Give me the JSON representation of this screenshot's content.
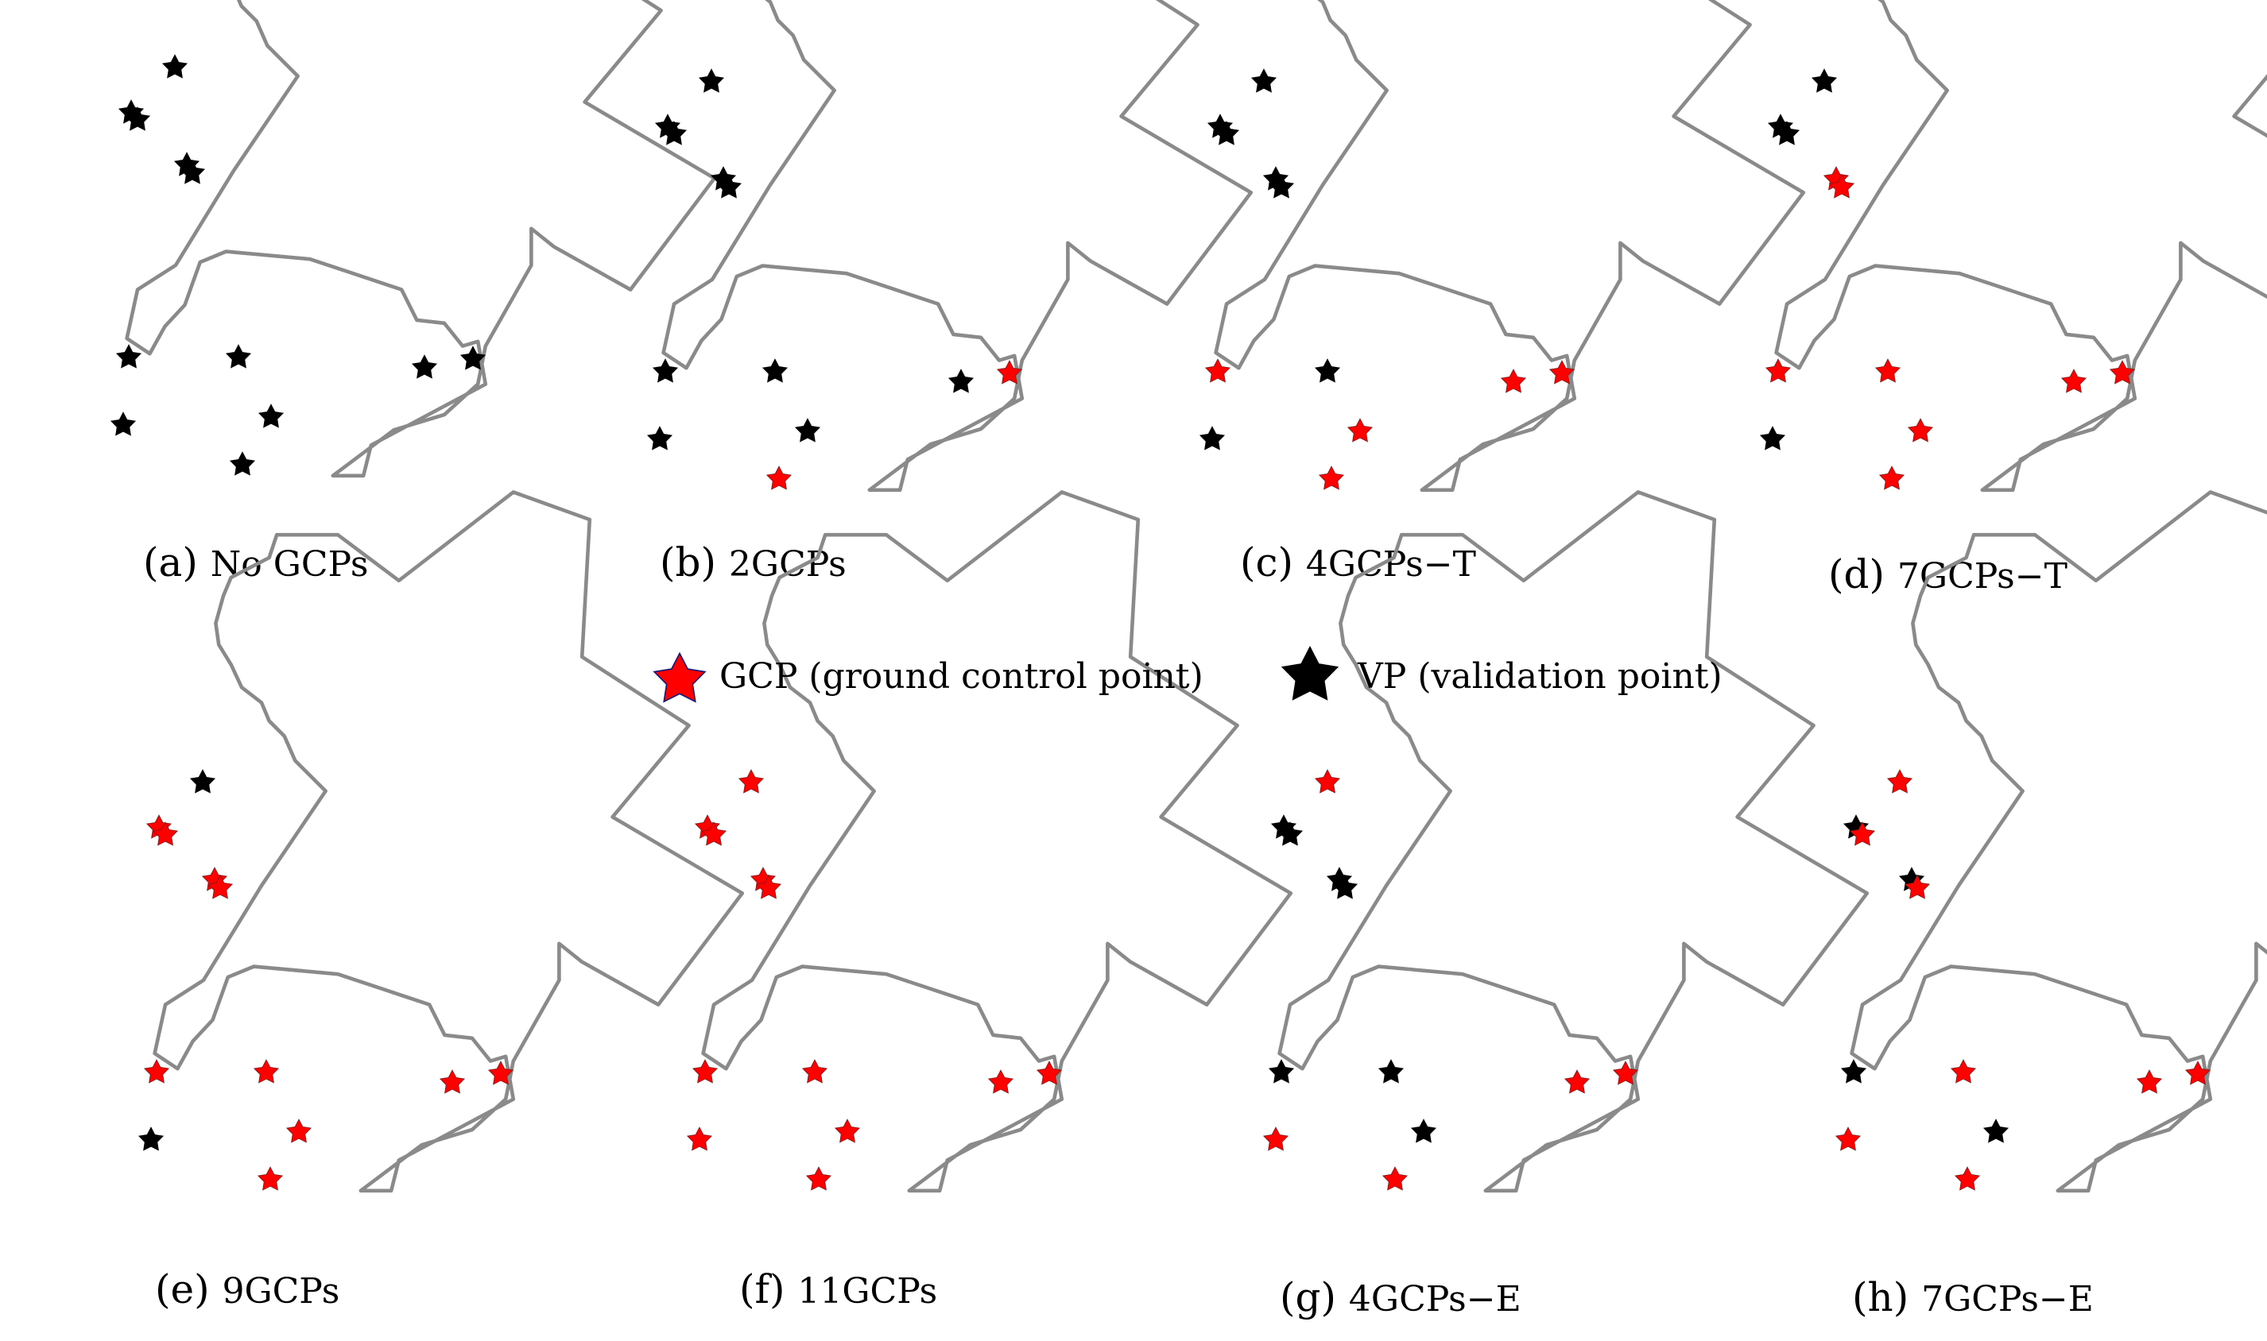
{
  "legend": {
    "gcp_label": "GCP (ground control point)",
    "vp_label": "VP (validation point)"
  },
  "colors": {
    "gcp": "#ff0000",
    "vp": "#000000",
    "outline": "#8a8a8a"
  },
  "marker_icon": "star-icon",
  "panels": [
    {
      "key": "a",
      "letter": "(a)",
      "label": "No GCPs",
      "points": [
        "vp",
        "vp",
        "vp",
        "vp",
        "vp",
        "vp",
        "vp",
        "vp",
        "vp",
        "vp",
        "vp",
        "vp"
      ]
    },
    {
      "key": "b",
      "letter": "(b)",
      "label": "2GCPs",
      "points": [
        "vp",
        "vp",
        "vp",
        "vp",
        "vp",
        "vp",
        "vp",
        "vp",
        "vp",
        "gcp",
        "vp",
        "gcp"
      ]
    },
    {
      "key": "c",
      "letter": "(c)",
      "label": "4GCPs−T",
      "points": [
        "vp",
        "vp",
        "vp",
        "vp",
        "vp",
        "gcp",
        "vp",
        "vp",
        "gcp",
        "gcp",
        "gcp",
        "gcp"
      ]
    },
    {
      "key": "d",
      "letter": "(d)",
      "label": "7GCPs−T",
      "points": [
        "vp",
        "vp",
        "vp",
        "gcp",
        "gcp",
        "gcp",
        "gcp",
        "vp",
        "gcp",
        "gcp",
        "gcp",
        "gcp"
      ]
    },
    {
      "key": "e",
      "letter": "(e)",
      "label": "9GCPs",
      "points": [
        "vp",
        "gcp",
        "gcp",
        "gcp",
        "gcp",
        "gcp",
        "gcp",
        "vp",
        "gcp",
        "gcp",
        "gcp",
        "gcp"
      ]
    },
    {
      "key": "f",
      "letter": "(f)",
      "label": "11GCPs",
      "points": [
        "gcp",
        "gcp",
        "gcp",
        "gcp",
        "gcp",
        "gcp",
        "gcp",
        "gcp",
        "gcp",
        "gcp",
        "gcp",
        "gcp"
      ]
    },
    {
      "key": "g",
      "letter": "(g)",
      "label": "4GCPs−E",
      "points": [
        "gcp",
        "vp",
        "vp",
        "vp",
        "vp",
        "vp",
        "vp",
        "gcp",
        "vp",
        "gcp",
        "gcp",
        "gcp"
      ]
    },
    {
      "key": "h",
      "letter": "(h)",
      "label": "7GCPs−E",
      "points": [
        "gcp",
        "vp",
        "gcp",
        "vp",
        "gcp",
        "vp",
        "gcp",
        "gcp",
        "vp",
        "gcp",
        "gcp",
        "gcp"
      ]
    }
  ]
}
